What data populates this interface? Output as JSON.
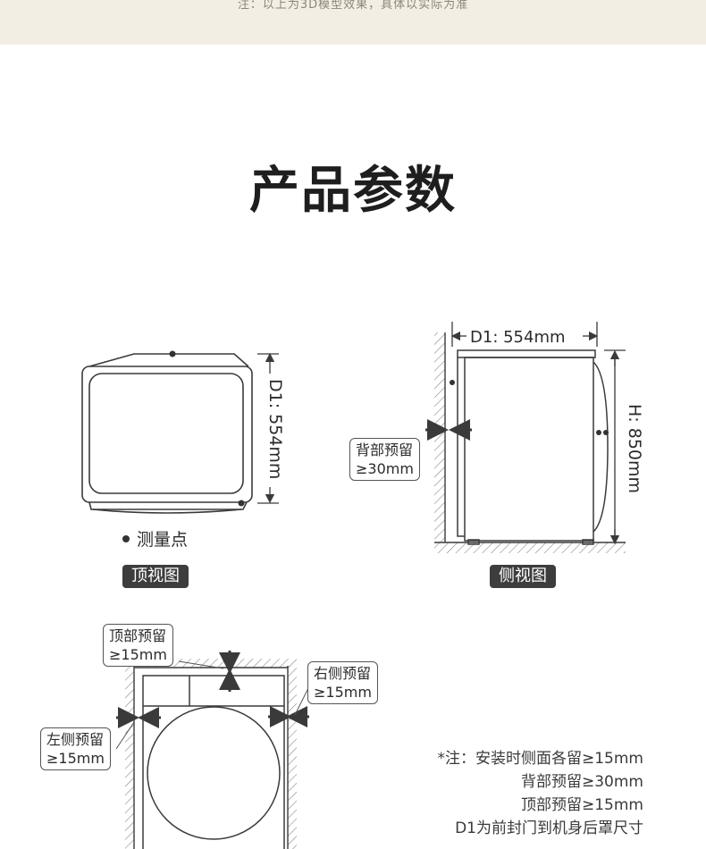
{
  "top_note": "注：以上为3D模型效果，具体以实际为准",
  "title": "产品参数",
  "top_view": {
    "dimension": "D1: 554mm",
    "legend": "测量点",
    "badge": "顶视图"
  },
  "side_view": {
    "depth": "D1: 554mm",
    "height": "H: 850mm",
    "back_clearance": [
      "背部预留",
      "≥30mm"
    ],
    "badge": "侧视图"
  },
  "front_install": {
    "top_clearance": [
      "顶部预留",
      "≥15mm"
    ],
    "right_clearance": [
      "右侧预留",
      "≥15mm"
    ],
    "left_clearance": [
      "左侧预留",
      "≥15mm"
    ]
  },
  "notes": [
    "*注：安装时侧面各留≥15mm",
    "背部预留≥30mm",
    "顶部预留≥15mm",
    "D1为前封门到机身后罩尺寸"
  ],
  "colors": {
    "line": "#3a3a3a",
    "banner": "#f3eee4",
    "badge": "#3d3d3d"
  }
}
